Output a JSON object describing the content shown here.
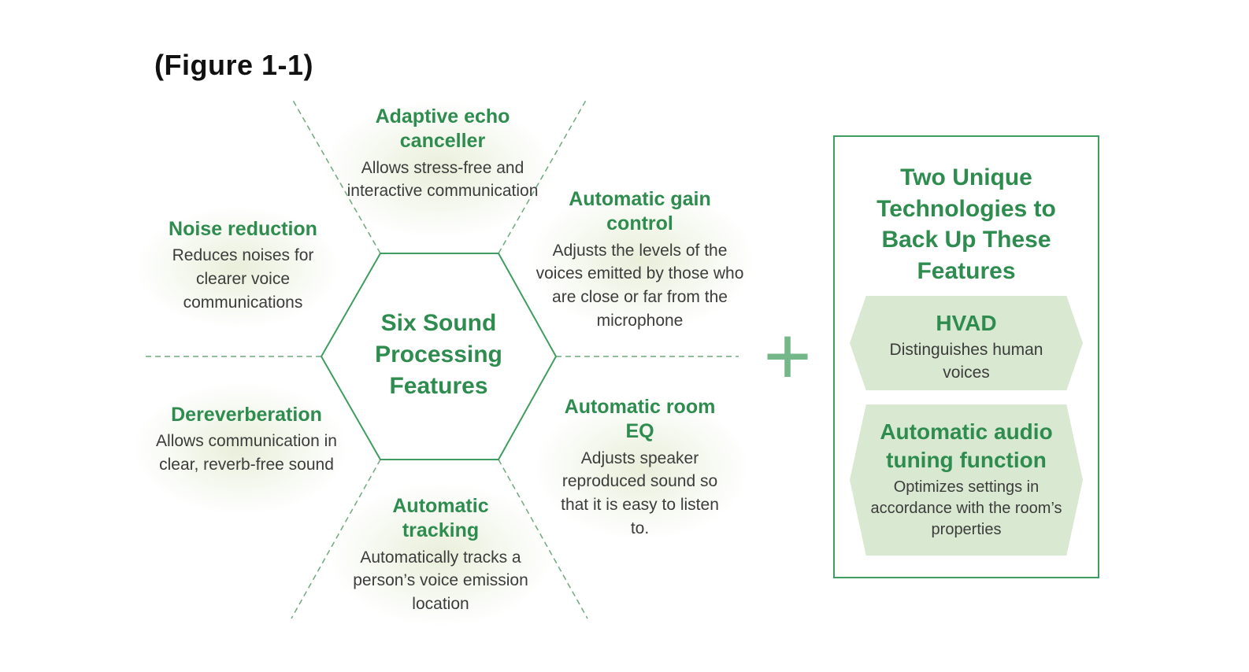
{
  "figure_label": "(Figure 1-1)",
  "center_title": "Six Sound Processing Features",
  "plus_symbol": "+",
  "features": [
    {
      "title": "Adaptive echo canceller",
      "description": "Allows stress-free and interactive communication"
    },
    {
      "title": "Automatic gain control",
      "description": "Adjusts the levels of the voices emitted by those who are close or far from the microphone"
    },
    {
      "title": "Noise reduction",
      "description": "Reduces noises for clearer voice communications"
    },
    {
      "title": "Dereverberation",
      "description": "Allows communication in clear, reverb-free sound"
    },
    {
      "title": "Automatic tracking",
      "description": "Automatically tracks a person’s voice emission location"
    },
    {
      "title": "Automatic room EQ",
      "description": "Adjusts speaker reproduced sound so that it is easy to listen to."
    }
  ],
  "right_panel": {
    "title": "Two Unique Technologies to Back Up These Features",
    "technologies": [
      {
        "title": "HVAD",
        "description": "Distinguishes human voices"
      },
      {
        "title": "Automatic audio tuning function",
        "description": "Optimizes settings in accordance with the room’s properties"
      }
    ]
  },
  "colors": {
    "accent_green": "#2e8c4f",
    "panel_border_green": "#3f9e5f",
    "badge_fill_green": "#d9e8d0",
    "dashed_line_green": "#6fa87f",
    "plus_green": "#74b789",
    "body_text": "#3c3c3c"
  }
}
